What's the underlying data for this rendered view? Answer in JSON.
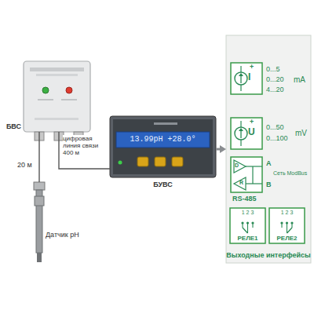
{
  "diagram": {
    "nodes": [
      {
        "text": [
          "БВС"
        ]
      },
      {
        "text": [
          "Датчик рН"
        ]
      },
      {
        "text": [
          "13.99рН +28.0°",
          "БУВС"
        ]
      },
      {
        "text": [
          "Выходные интерфейсы"
        ]
      },
      {
        "text": [
          "I"
        ],
        "in": 3
      },
      {
        "text": [
          "U"
        ],
        "in": 3
      },
      {
        "text": [
          "D",
          "R"
        ],
        "in": 3
      },
      {
        "text": [
          "1 2 3",
          "РЕЛЕ1"
        ],
        "in": 3
      },
      {
        "text": [
          "1 2 3",
          "РЕЛЕ2"
        ],
        "in": 3
      }
    ],
    "edges": [
      {
        "from": 0,
        "to": 1,
        "arrow": "none",
        "label": "20 м"
      },
      {
        "from": 0,
        "to": 2,
        "arrow": "none",
        "label": "цифровая линия связи 400 м"
      },
      {
        "from": 2,
        "to": 3,
        "arrow": "to"
      }
    ],
    "labels": [
      "+",
      "0...5",
      "0...20",
      "4...20",
      "mA",
      "+",
      "0...50",
      "0...100",
      "mV",
      "A",
      "B",
      "Сеть ModBus",
      "RS-485"
    ]
  }
}
